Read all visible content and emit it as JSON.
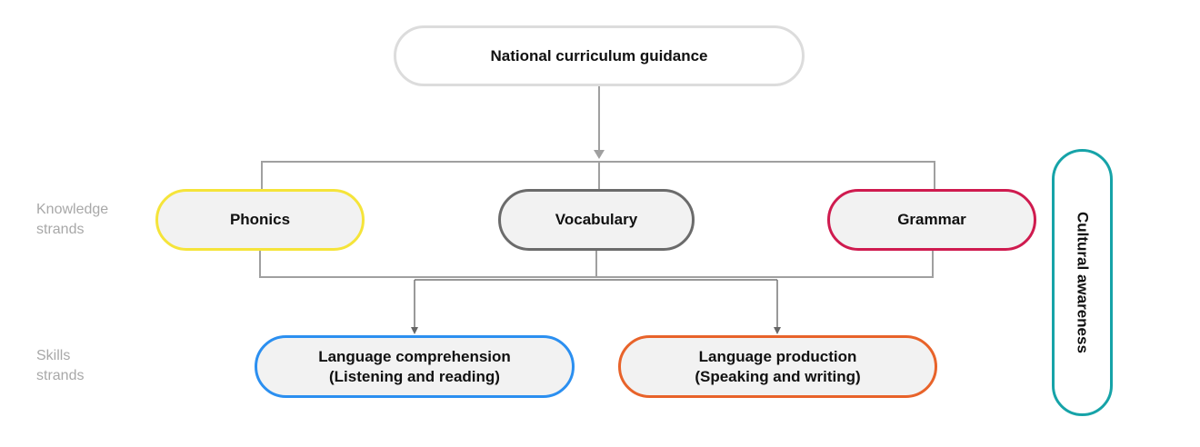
{
  "diagram": {
    "root": {
      "label": "National curriculum guidance"
    },
    "knowledge_label": [
      "Knowledge",
      "strands"
    ],
    "skills_label": [
      "Skills",
      "strands"
    ],
    "knowledge_strands": [
      {
        "label": "Phonics",
        "color": "#f5e43a"
      },
      {
        "label": "Vocabulary",
        "color": "#6b6b6b"
      },
      {
        "label": "Grammar",
        "color": "#cf1b4f"
      }
    ],
    "skills_strands": [
      {
        "label_lines": [
          "Language comprehension",
          "(Listening and reading)"
        ],
        "color": "#2b8ff0"
      },
      {
        "label_lines": [
          "Language production",
          "(Speaking and writing)"
        ],
        "color": "#e8632a"
      }
    ],
    "cross_cutting": {
      "label": "Cultural awareness",
      "color": "#16a3a8"
    },
    "connector_color": "#a0a0a0"
  }
}
